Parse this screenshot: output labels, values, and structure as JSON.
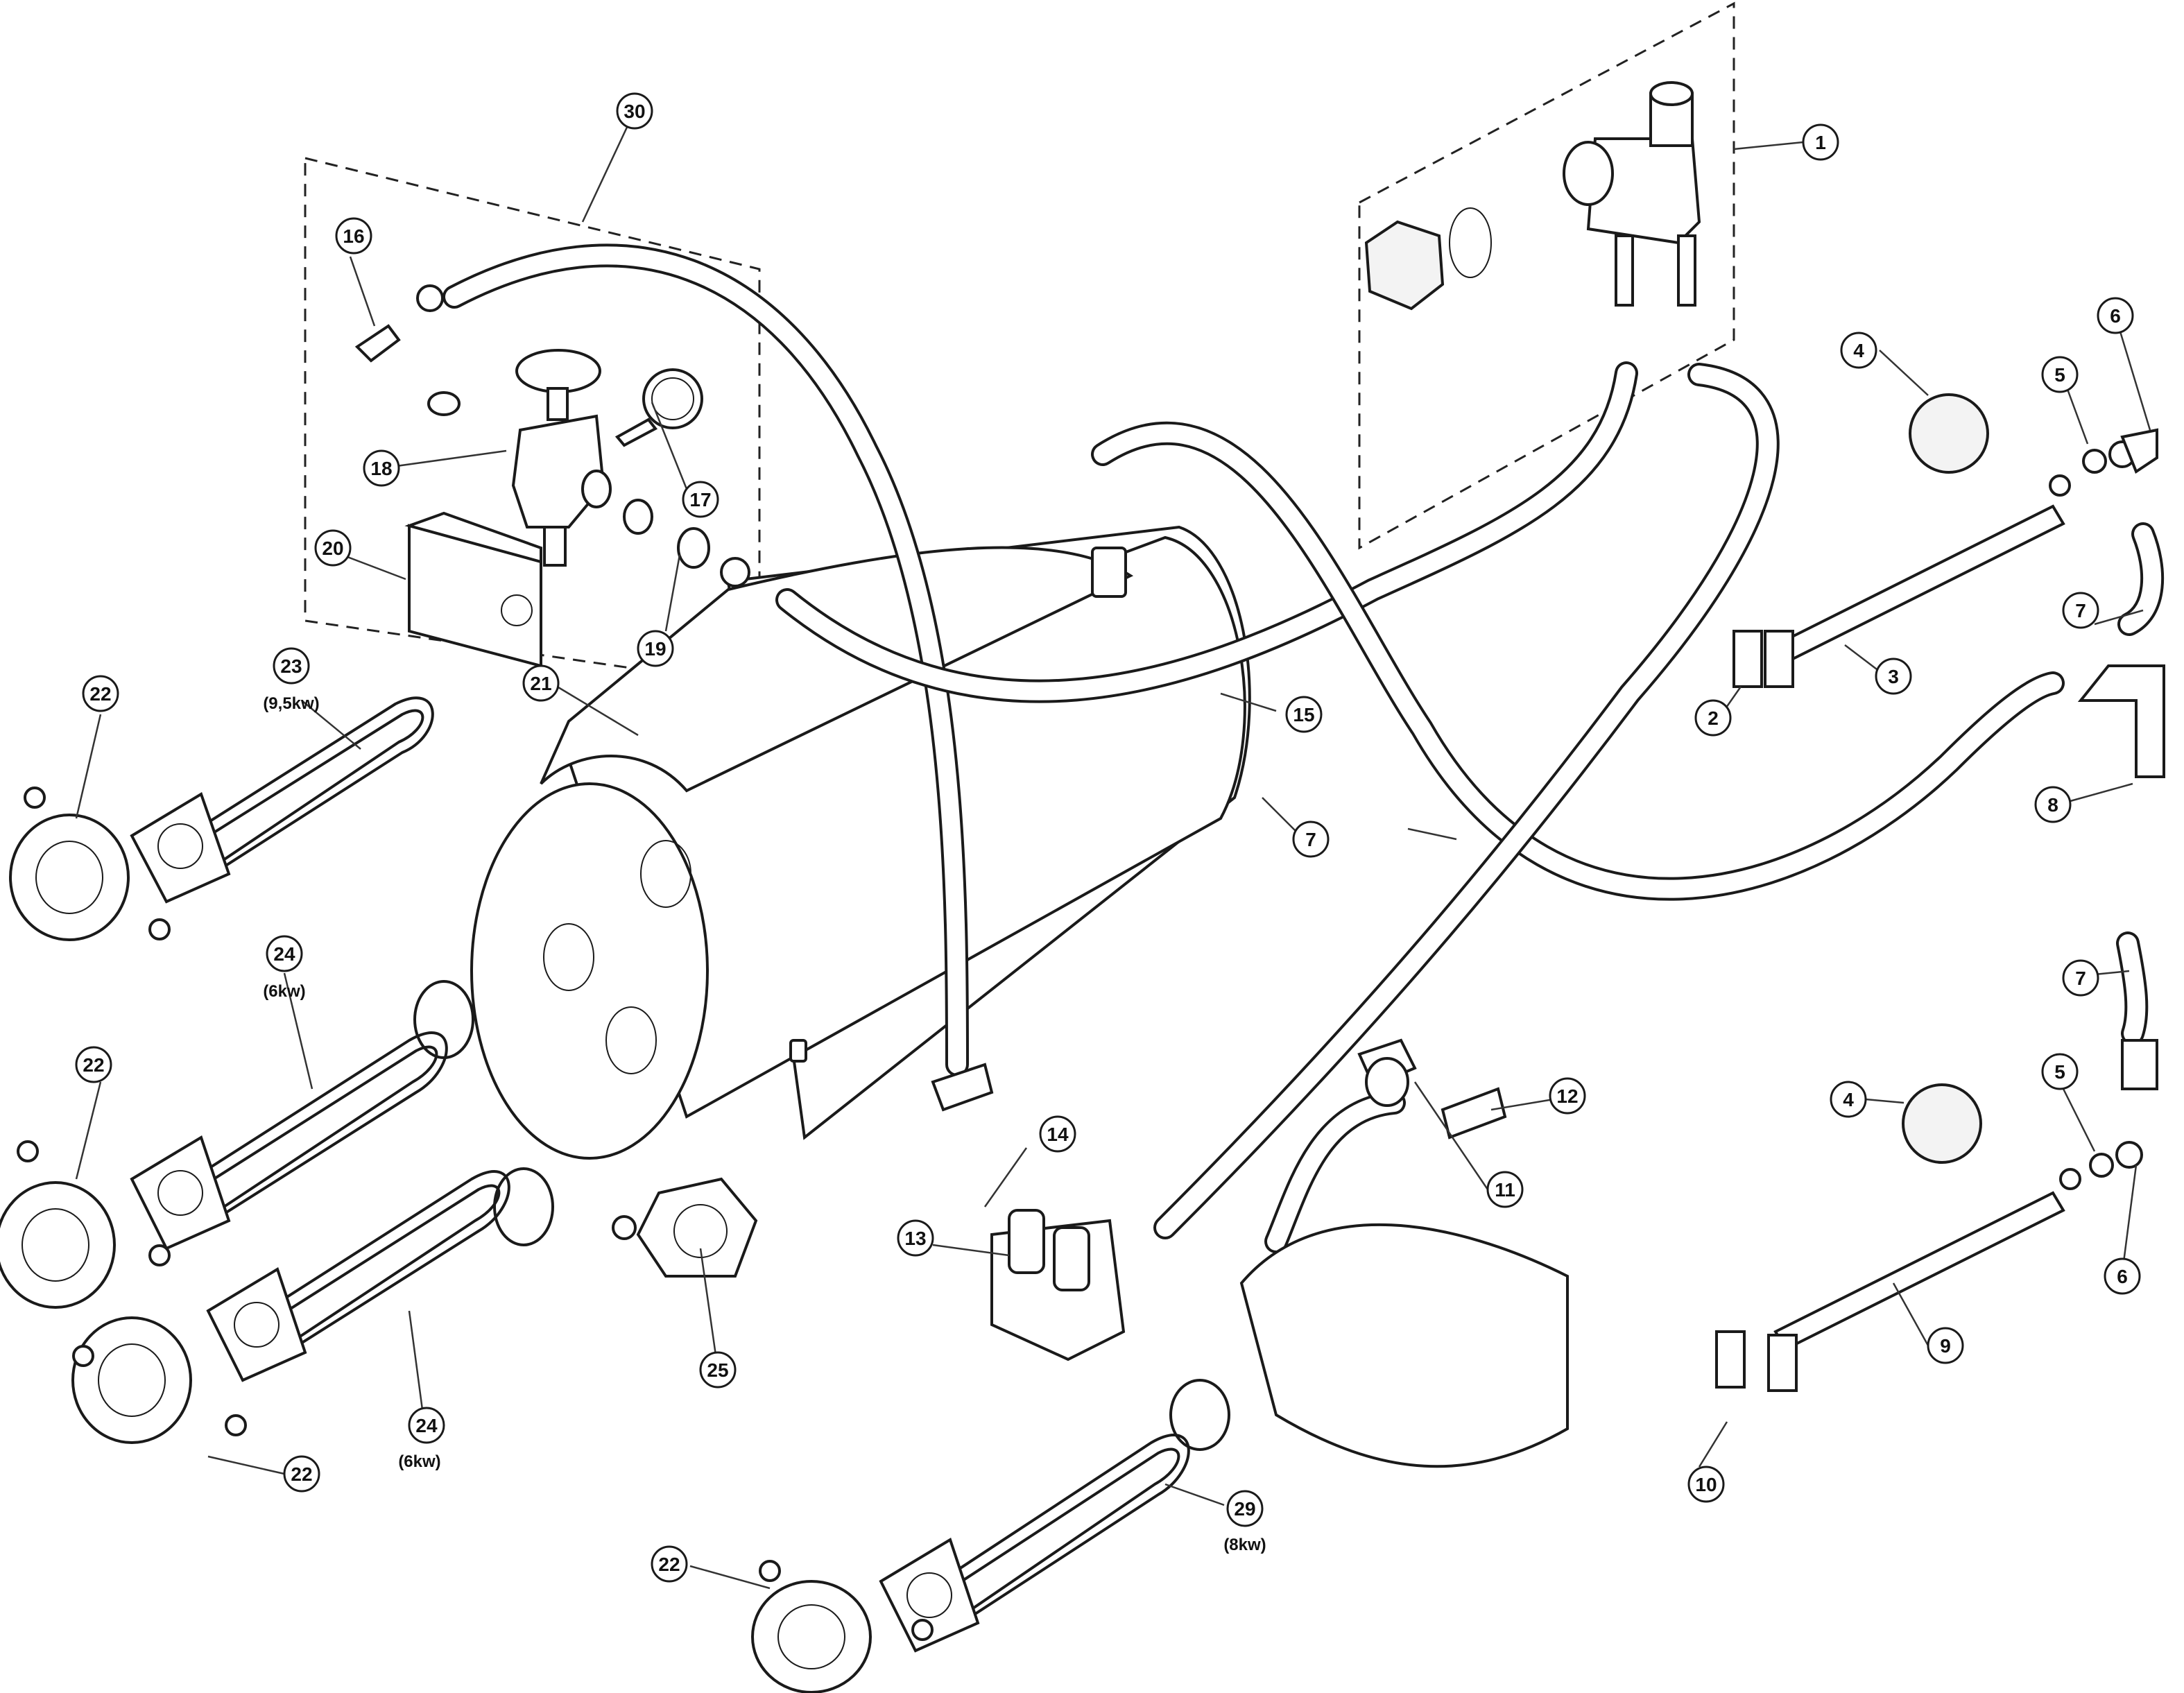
{
  "callouts": [
    {
      "id": "c1",
      "label": "1"
    },
    {
      "id": "c2",
      "label": "2"
    },
    {
      "id": "c3",
      "label": "3"
    },
    {
      "id": "c4a",
      "label": "4"
    },
    {
      "id": "c4b",
      "label": "4"
    },
    {
      "id": "c5a",
      "label": "5"
    },
    {
      "id": "c5b",
      "label": "5"
    },
    {
      "id": "c6a",
      "label": "6"
    },
    {
      "id": "c6b",
      "label": "6"
    },
    {
      "id": "c7a",
      "label": "7"
    },
    {
      "id": "c7b",
      "label": "7"
    },
    {
      "id": "c7c",
      "label": "7"
    },
    {
      "id": "c8",
      "label": "8"
    },
    {
      "id": "c9",
      "label": "9"
    },
    {
      "id": "c10",
      "label": "10"
    },
    {
      "id": "c11",
      "label": "11"
    },
    {
      "id": "c12",
      "label": "12"
    },
    {
      "id": "c13",
      "label": "13"
    },
    {
      "id": "c14",
      "label": "14"
    },
    {
      "id": "c15",
      "label": "15"
    },
    {
      "id": "c16",
      "label": "16"
    },
    {
      "id": "c17",
      "label": "17"
    },
    {
      "id": "c18",
      "label": "18"
    },
    {
      "id": "c19",
      "label": "19"
    },
    {
      "id": "c20",
      "label": "20"
    },
    {
      "id": "c21",
      "label": "21"
    },
    {
      "id": "c22a",
      "label": "22"
    },
    {
      "id": "c22b",
      "label": "22"
    },
    {
      "id": "c22c",
      "label": "22"
    },
    {
      "id": "c22d",
      "label": "22"
    },
    {
      "id": "c23",
      "label": "23"
    },
    {
      "id": "c24a",
      "label": "24"
    },
    {
      "id": "c24b",
      "label": "24"
    },
    {
      "id": "c25",
      "label": "25"
    },
    {
      "id": "c29",
      "label": "29"
    },
    {
      "id": "c30",
      "label": "30"
    }
  ],
  "ratings": {
    "c23": "(9,5kw)",
    "c24a": "(6kw)",
    "c24b": "(6kw)",
    "c29": "(8kw)"
  }
}
